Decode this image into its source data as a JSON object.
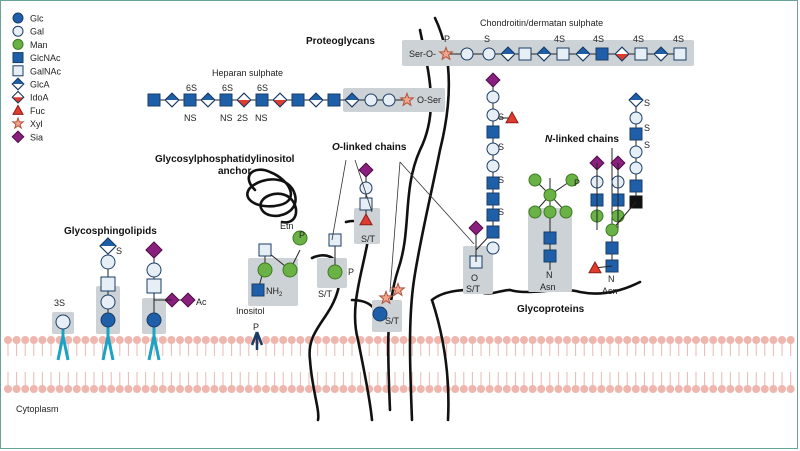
{
  "legend": [
    {
      "shape": "circle-filled",
      "label": "Glc",
      "color": "#1f5ea8"
    },
    {
      "shape": "circle-open",
      "label": "Gal",
      "color": "#e6eef6"
    },
    {
      "shape": "circle-filled",
      "label": "Man",
      "color": "#6ab245"
    },
    {
      "shape": "square-filled",
      "label": "GlcNAc",
      "color": "#1f5ea8"
    },
    {
      "shape": "square-open",
      "label": "GalNAc",
      "color": "#e6eef6"
    },
    {
      "shape": "diamond-half-blue",
      "label": "GlcA",
      "color": "#1f5ea8"
    },
    {
      "shape": "diamond-half-red",
      "label": "IdoA",
      "color": "#e03b2f"
    },
    {
      "shape": "triangle",
      "label": "Fuc",
      "color": "#e03b2f"
    },
    {
      "shape": "star",
      "label": "Xyl",
      "color": "#f2a48c"
    },
    {
      "shape": "diamond-filled",
      "label": "Sia",
      "color": "#8a1f7d"
    }
  ],
  "titles": {
    "proteoglycans": "Proteoglycans",
    "chondroitin": "Chondroitin/dermatan sulphate",
    "heparan": "Heparan sulphate",
    "gpi_line1": "Glycosylphosphatidylinositol",
    "gpi_line2": "anchor",
    "olinked_o": "O",
    "olinked_rest": "-linked chains",
    "nlinked_n": "N",
    "nlinked_rest": "-linked chains",
    "glycosphingolipids": "Glycosphingolipids",
    "glycoproteins": "Glycoproteins",
    "cytoplasm": "Cytoplasm"
  },
  "labels": {
    "ser_o": "Ser-O-",
    "o_ser": "O-Ser",
    "p": "P",
    "s": "S",
    "four_s": "4S",
    "six_s": "6S",
    "ns": "NS",
    "two_s": "2S",
    "three_s": "3S",
    "etn": "Etn",
    "nh2": "NH",
    "nh2_sub": "2",
    "inositol": "Inositol",
    "ac": "Ac",
    "st": "S/T",
    "o": "O",
    "n": "N",
    "asn": "Asn"
  }
}
